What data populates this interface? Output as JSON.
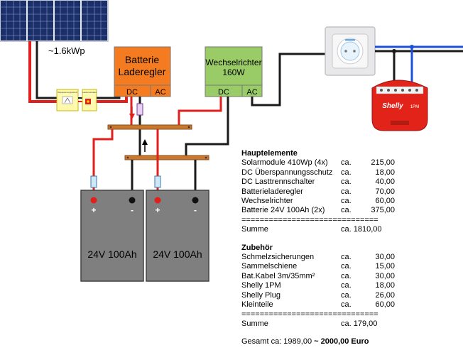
{
  "labels": {
    "solar_power": "~1.6kWp",
    "charger_title_1": "Batterie",
    "charger_title_2": "Laderegler",
    "charger_dc": "DC",
    "charger_ac": "AC",
    "inverter_title_1": "Wechselrichter",
    "inverter_title_2": "160W",
    "inverter_dc": "DC",
    "inverter_ac": "AC",
    "battery1": "24V 100Ah",
    "battery2": "24V 100Ah",
    "plus": "+",
    "minus": "-",
    "shelly_logo": "Shelly",
    "shelly_model": "1PM",
    "surge_small": "Überspannungsschutz",
    "switch_small": "Lasttrennschalter"
  },
  "colors": {
    "charger": "#f47b20",
    "inverter": "#99cc66",
    "battery": "#7f7f7f",
    "busbar": "#c8782f",
    "wire_pos": "#e0201c",
    "wire_neg": "#1a1a1a",
    "wire_ac": "#1e4fd8",
    "shelly": "#e2231a"
  },
  "bom": {
    "main_heading": "Hauptelemente",
    "main_items": [
      {
        "name": "Solarmodule 410Wp (4x)",
        "ca": "ca.",
        "amount": "215,00"
      },
      {
        "name": "DC Überspannungsschutz",
        "ca": "ca.",
        "amount": "18,00"
      },
      {
        "name": "DC Lasttrennschalter",
        "ca": "ca.",
        "amount": "40,00"
      },
      {
        "name": "Batterieladeregler",
        "ca": "ca.",
        "amount": "70,00"
      },
      {
        "name": "Wechselrichter",
        "ca": "ca.",
        "amount": "60,00"
      },
      {
        "name": "Batterie 24V 100Ah (2x)",
        "ca": "ca.",
        "amount": "375,00"
      }
    ],
    "separator": "==============================",
    "main_sum_label": "Summe",
    "main_sum_value": "ca. 1810,00",
    "acc_heading": "Zubehör",
    "acc_items": [
      {
        "name": "Schmelzsicherungen",
        "ca": "ca.",
        "amount": "30,00"
      },
      {
        "name": "Sammelschiene",
        "ca": "ca.",
        "amount": "15,00"
      },
      {
        "name": "Bat.Kabel 3m/35mm²",
        "ca": "ca.",
        "amount": "30,00"
      },
      {
        "name": "Shelly 1PM",
        "ca": "ca.",
        "amount": "18,00"
      },
      {
        "name": "Shelly Plug",
        "ca": "ca.",
        "amount": "26,00"
      },
      {
        "name": "Kleinteile",
        "ca": "ca.",
        "amount": "60,00"
      }
    ],
    "acc_sum_label": "Summe",
    "acc_sum_value": "ca. 179,00",
    "total_prefix": "Gesamt ca: 1989,00 ",
    "total_bold": "~ 2000,00 Euro"
  }
}
